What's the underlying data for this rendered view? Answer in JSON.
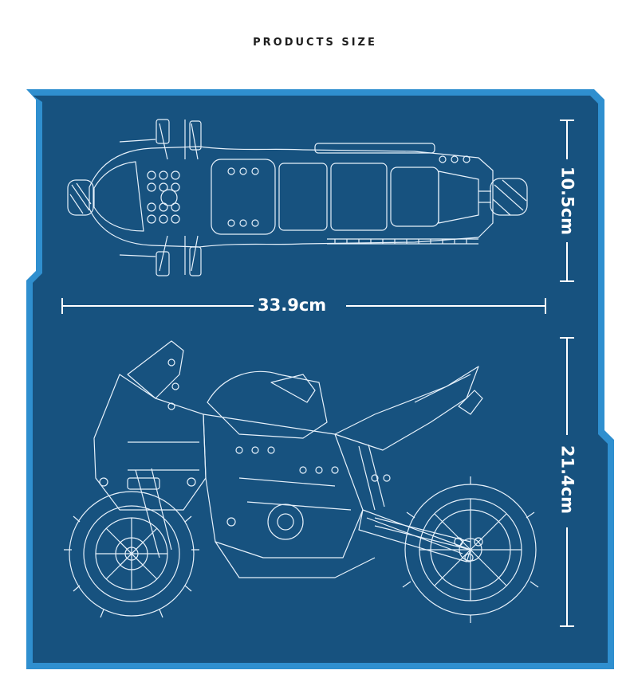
{
  "title": "PRODUCTS SIZE",
  "dimensions": {
    "length": "33.9cm",
    "width": "10.5cm",
    "height": "21.4cm"
  },
  "colors": {
    "frame_outer": "#2f8fcf",
    "panel_bg": "#17527f",
    "blueprint_line": "#e6f1fb"
  },
  "views": [
    "top-view",
    "side-view"
  ]
}
